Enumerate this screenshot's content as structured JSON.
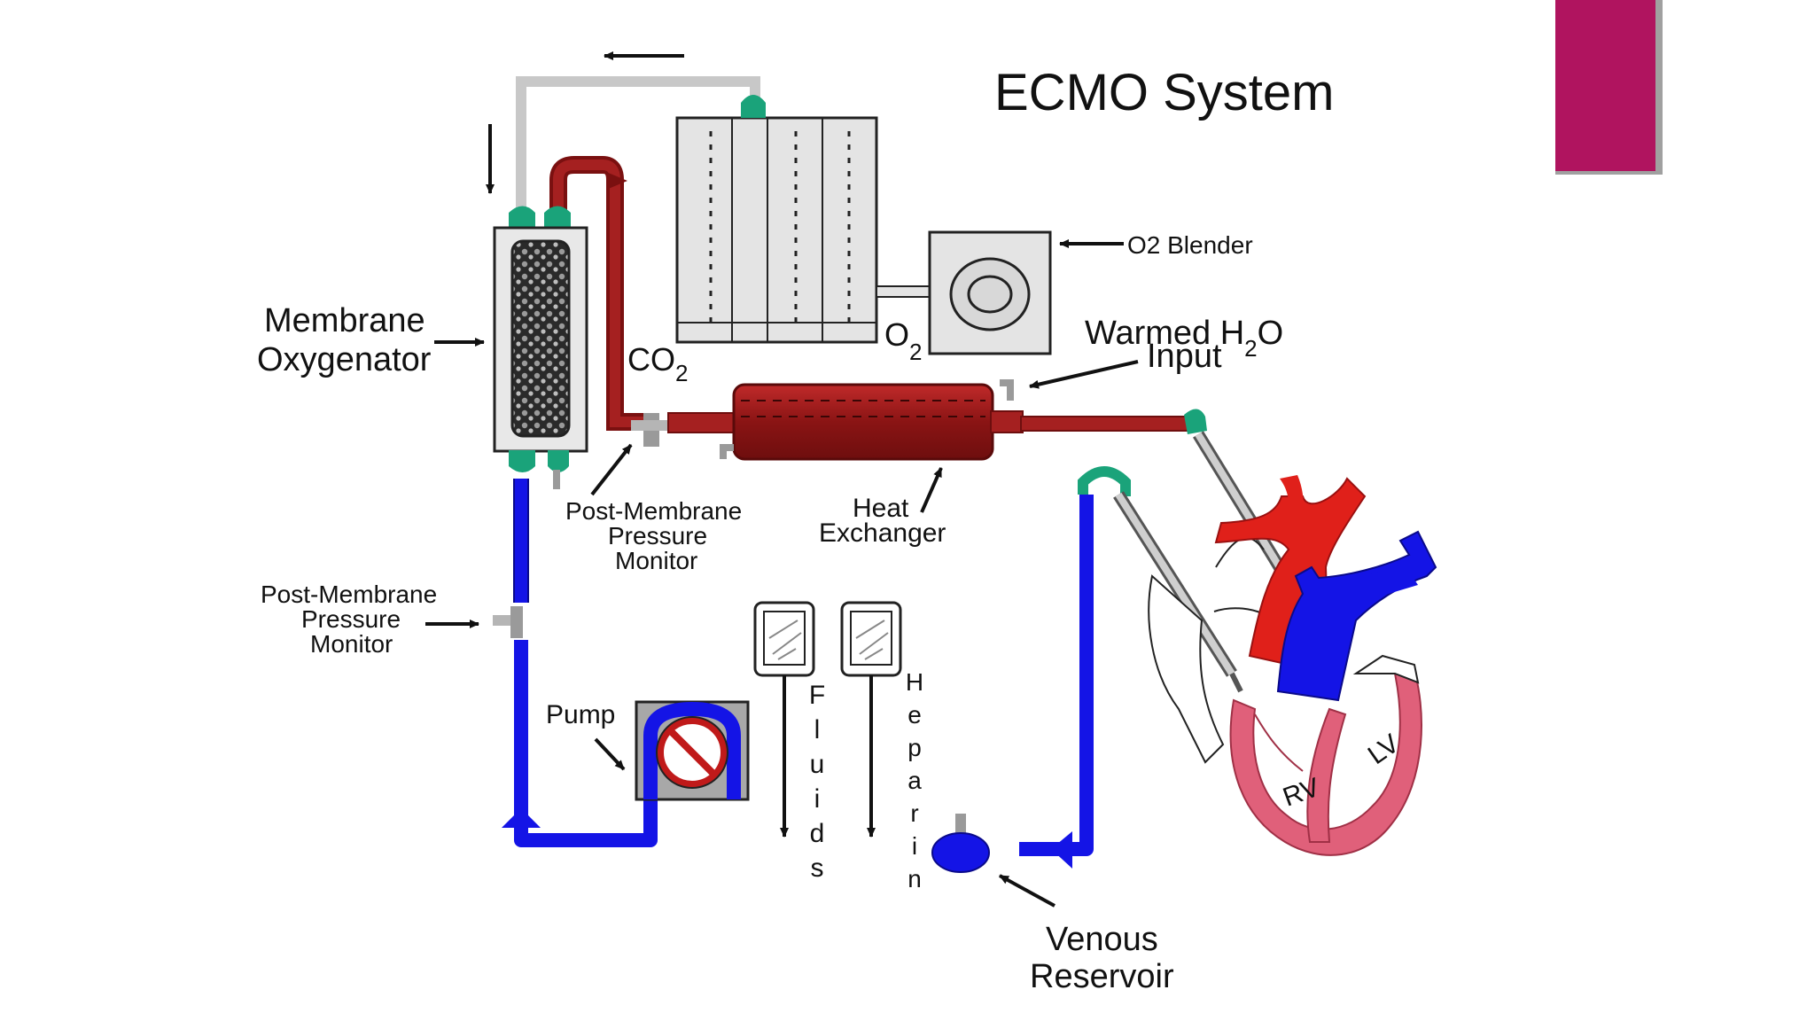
{
  "title": "ECMO System",
  "accent_color": "#b0145f",
  "colors": {
    "venous": "#1414e6",
    "arterial": "#9b1a1a",
    "tube_gray": "#c8c8c8",
    "connector": "#1aa37a",
    "heart_red": "#e0201a",
    "heart_pink": "#e0607a"
  },
  "labels": {
    "membrane_oxygenator": [
      "Membrane",
      "Oxygenator"
    ],
    "o2_blender": "O2 Blender",
    "warmed_h2o": [
      "Warmed H",
      "2",
      "O",
      "Input"
    ],
    "co2": [
      "CO",
      "2"
    ],
    "o2": [
      "O",
      "2"
    ],
    "post_membrane_1": [
      "Post-Membrane",
      "Pressure",
      "Monitor"
    ],
    "post_membrane_2": [
      "Post-Membrane",
      "Pressure",
      "Monitor"
    ],
    "heat_exchanger": [
      "Heat",
      "Exchanger"
    ],
    "pump": "Pump",
    "fluids": "Fluids",
    "heparin": "Heparin",
    "venous_reservoir": [
      "Venous",
      "Reservoir"
    ],
    "rv": "RV",
    "lv": "LV"
  }
}
